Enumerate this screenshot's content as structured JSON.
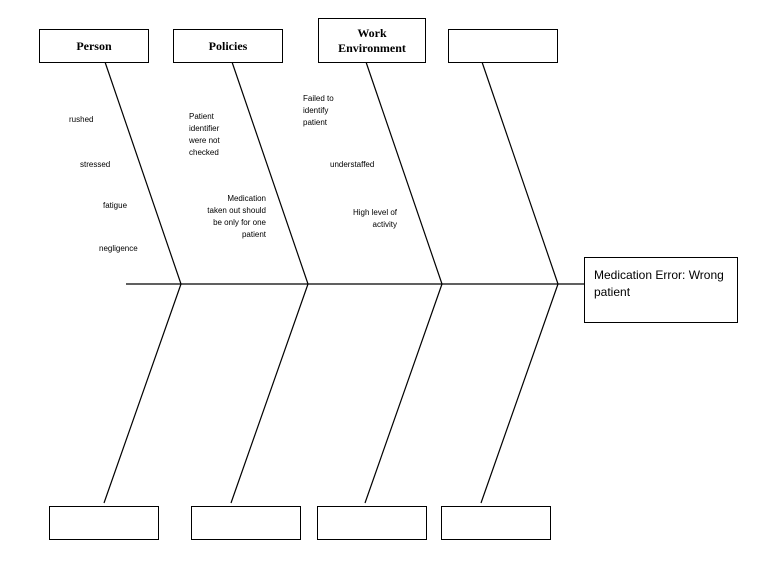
{
  "diagram": {
    "effect": "Medication Error: Wrong patient",
    "top_categories": [
      "Person",
      "Policies",
      "Work\nEnvironment",
      ""
    ],
    "bottom_categories": [
      "",
      "",
      "",
      ""
    ],
    "causes": {
      "person": [
        "rushed",
        "stressed",
        "fatigue",
        "negligence"
      ],
      "policies": [
        "Patient\nidentifier\nwere not\nchecked",
        "Medication\ntaken out should\nbe only for one\npatient"
      ],
      "work_environment": [
        "Failed to\nidentify\npatient",
        "understaffed",
        "High level of\nactivity"
      ]
    }
  }
}
